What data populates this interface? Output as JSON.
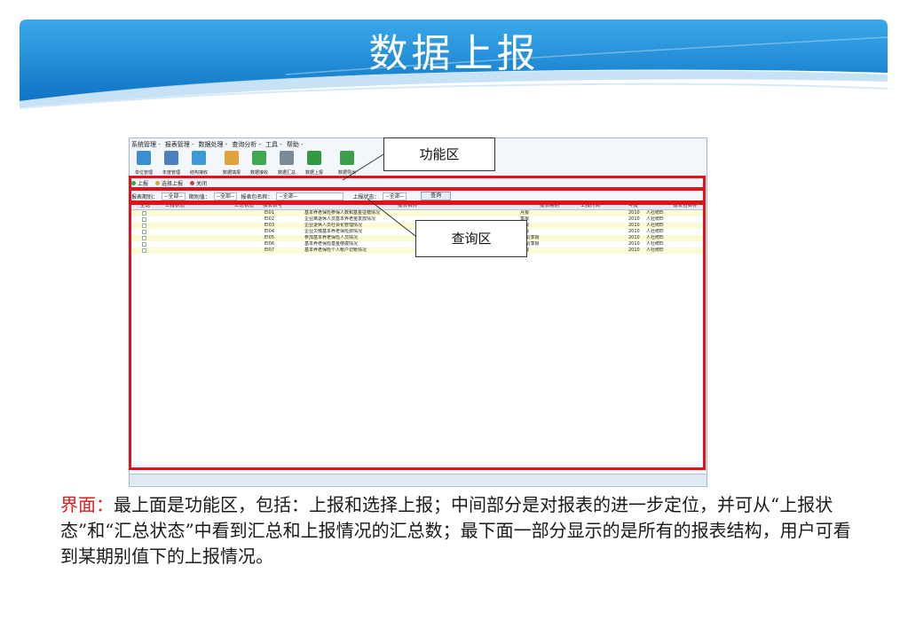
{
  "slide": {
    "title": "数据上报"
  },
  "app": {
    "menu": [
      "系统管理 -",
      "报表管理 -",
      "数据处理 -",
      "查询分析 -",
      "工具 -",
      "帮助 -"
    ],
    "toolbar": [
      {
        "label": "单位管理",
        "icon": "unit-icon",
        "color": "#3a8fd0"
      },
      {
        "label": "年度管理",
        "icon": "calendar-icon",
        "color": "#4a7fc0"
      },
      {
        "label": "结构接收",
        "icon": "structure-icon",
        "color": "#3d9ad8"
      },
      {
        "label": "数据填报",
        "icon": "edit-icon",
        "color": "#e0a23a"
      },
      {
        "label": "数据接收",
        "icon": "receive-icon",
        "color": "#3fa850"
      },
      {
        "label": "数据汇总",
        "icon": "sum-icon",
        "color": "#7a8a99"
      },
      {
        "label": "数据上报",
        "icon": "upload-icon",
        "color": "#2f9a40"
      },
      {
        "label": "数据导出",
        "icon": "export-icon",
        "color": "#3aa14a"
      }
    ],
    "func": {
      "upload": "上报",
      "select_upload": "选择上报",
      "close": "关闭"
    },
    "query": {
      "period_label": "报表期别：",
      "period_value": "--全部--",
      "period_val_label": "期别值：",
      "period_val_value": "--全部--",
      "pkg_label": "报表包名称：",
      "pkg_value": "--全部--",
      "status_label": "上报状态：",
      "status_value": "--全部--",
      "query_button": "查询"
    },
    "table": {
      "columns": [
        "全选",
        "上报状态",
        "汇总状态",
        "报表表号",
        "报表名称",
        "报表期别",
        "上报时间",
        "年度",
        "报表包名称"
      ],
      "rows": [
        {
          "code": "EI01",
          "name": "基本养老保险参保人数和基金征缴情况",
          "period": "月报",
          "year": "2010",
          "pkg": "人社统EI"
        },
        {
          "code": "EI02",
          "name": "企业离退休人员基本养老金发放情况",
          "period": "季报",
          "year": "2010",
          "pkg": "人社统EI"
        },
        {
          "code": "EI03",
          "name": "企业退休人员社会化管理情况",
          "period": "年报",
          "year": "2010",
          "pkg": "人社统EI"
        },
        {
          "code": "EI04",
          "name": "企业欠缴基本养老保险费情况",
          "period": "季报",
          "year": "2010",
          "pkg": "人社统EI"
        },
        {
          "code": "EI05",
          "name": "参加基本养老保险人员情况",
          "period": "年报|季报",
          "year": "2010",
          "pkg": "人社统EI"
        },
        {
          "code": "EI06",
          "name": "基本养老保险基金缴拨情况",
          "period": "年报|季报",
          "year": "2010",
          "pkg": "人社统EI"
        },
        {
          "code": "EI07",
          "name": "基本养老保险个人帐户记帐情况",
          "period": "年报",
          "year": "2010",
          "pkg": "人社统EI"
        }
      ]
    }
  },
  "callouts": {
    "function_area": "功能区",
    "query_area": "查询区"
  },
  "description": {
    "lead": "界面：",
    "text": "最上面是功能区，包括：上报和选择上报；中间部分是对报表的进一步定位，并可从“上报状态”和“汇总状态”中看到汇总和上报情况的汇总数；最下面一部分显示的是所有的报表结构，用户可看到某期别值下的上报情况。"
  },
  "colors": {
    "accent_red": "#e3101a",
    "banner_blue": "#1f8fd8",
    "row_yellow": "#fdfbd5"
  }
}
